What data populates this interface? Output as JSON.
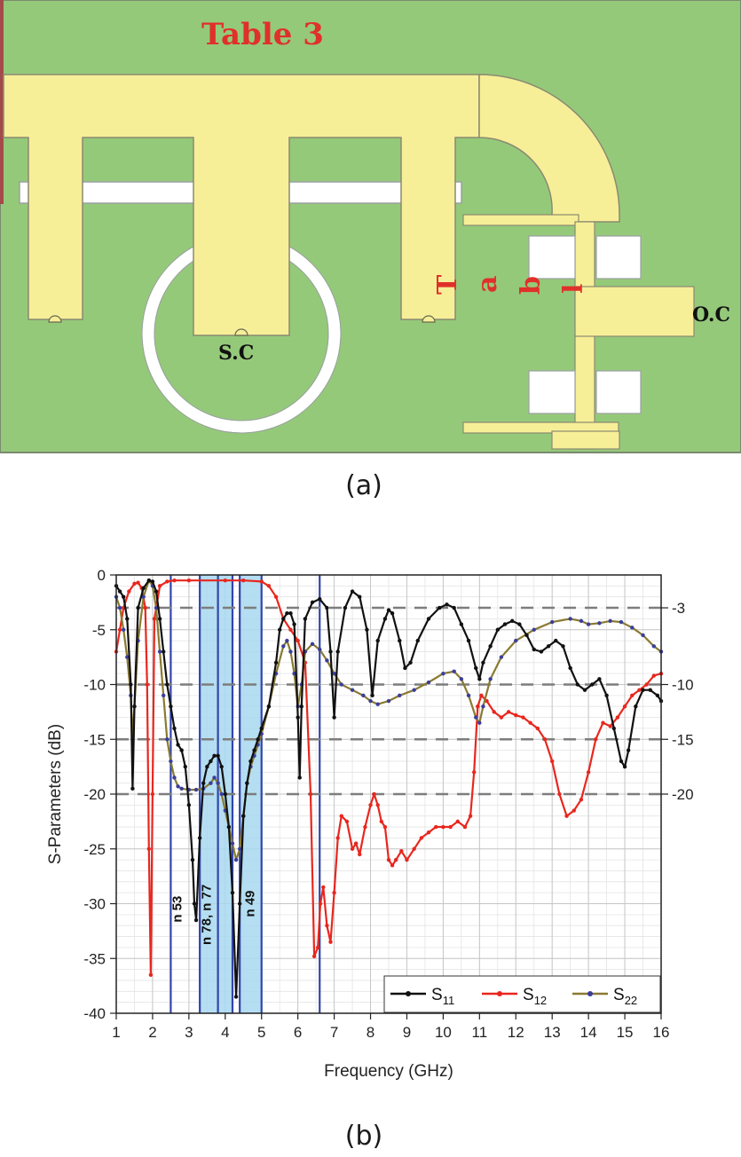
{
  "figure_a": {
    "title": "Table 3",
    "sc_label": "S.C",
    "oc_label": "O.C",
    "vertical_letters": [
      "T",
      "a",
      "b",
      "l"
    ],
    "caption": "(a)",
    "colors": {
      "substrate": "#95c97a",
      "metal": "#f7ee98",
      "slot": "#ffffff",
      "annotation": "#e0302a"
    }
  },
  "figure_b": {
    "caption": "(b)"
  },
  "chart_data": {
    "type": "line",
    "xlabel": "Frequency (GHz)",
    "ylabel": "S-Parameters (dB)",
    "xlim": [
      1,
      16
    ],
    "ylim": [
      -40,
      0
    ],
    "x_ticks": [
      "1",
      "2",
      "3",
      "4",
      "5",
      "6",
      "7",
      "8",
      "9",
      "10",
      "11",
      "12",
      "13",
      "14",
      "15",
      "16"
    ],
    "y_ticks": [
      "0",
      "-5",
      "-10",
      "-15",
      "-20",
      "-25",
      "-30",
      "-35",
      "-40"
    ],
    "grid": true,
    "legend_position": "bottom-right",
    "reference_lines": [
      {
        "y": -3,
        "label": "-3"
      },
      {
        "y": -10,
        "label": "-10"
      },
      {
        "y": -15,
        "label": "-15"
      },
      {
        "y": -20,
        "label": "-20"
      }
    ],
    "bands": [
      {
        "label": "n 53",
        "x": [
          2.5,
          2.5
        ],
        "filled": false
      },
      {
        "label": "n 78, n 77",
        "x": [
          3.3,
          4.2
        ],
        "filled": true
      },
      {
        "label": "n 49",
        "x": [
          4.4,
          5.0
        ],
        "filled": true
      }
    ],
    "band_lines_x": [
      2.5,
      3.3,
      3.8,
      4.2,
      4.4,
      5.0,
      6.6
    ],
    "band_color": "#a8d8f0",
    "band_line_color": "#3344aa",
    "series": [
      {
        "name": "S11",
        "legend_main": "S",
        "legend_sub": "11",
        "color": "#111111",
        "points": [
          [
            1,
            -1
          ],
          [
            1.1,
            -1.5
          ],
          [
            1.2,
            -2
          ],
          [
            1.3,
            -4
          ],
          [
            1.4,
            -10
          ],
          [
            1.45,
            -19.5
          ],
          [
            1.5,
            -12
          ],
          [
            1.6,
            -3
          ],
          [
            1.75,
            -1.2
          ],
          [
            1.9,
            -0.5
          ],
          [
            2.0,
            -0.6
          ],
          [
            2.1,
            -1.5
          ],
          [
            2.2,
            -4
          ],
          [
            2.3,
            -7
          ],
          [
            2.4,
            -10
          ],
          [
            2.5,
            -12
          ],
          [
            2.6,
            -14
          ],
          [
            2.7,
            -15.5
          ],
          [
            2.8,
            -16
          ],
          [
            2.9,
            -17.5
          ],
          [
            3.0,
            -21
          ],
          [
            3.1,
            -26
          ],
          [
            3.15,
            -30
          ],
          [
            3.2,
            -31.5
          ],
          [
            3.3,
            -24
          ],
          [
            3.4,
            -19
          ],
          [
            3.5,
            -17.5
          ],
          [
            3.6,
            -17
          ],
          [
            3.7,
            -16.5
          ],
          [
            3.8,
            -16.5
          ],
          [
            3.9,
            -17.5
          ],
          [
            4.0,
            -20
          ],
          [
            4.1,
            -23
          ],
          [
            4.2,
            -29
          ],
          [
            4.3,
            -38.5
          ],
          [
            4.4,
            -30
          ],
          [
            4.5,
            -22
          ],
          [
            4.6,
            -19
          ],
          [
            4.7,
            -17
          ],
          [
            4.8,
            -16
          ],
          [
            4.9,
            -15
          ],
          [
            5.0,
            -14
          ],
          [
            5.2,
            -12
          ],
          [
            5.4,
            -8
          ],
          [
            5.5,
            -5
          ],
          [
            5.6,
            -4
          ],
          [
            5.7,
            -3.5
          ],
          [
            5.8,
            -3.5
          ],
          [
            5.9,
            -4.5
          ],
          [
            6.0,
            -13
          ],
          [
            6.05,
            -18.5
          ],
          [
            6.1,
            -12
          ],
          [
            6.2,
            -4
          ],
          [
            6.4,
            -2.5
          ],
          [
            6.6,
            -2.2
          ],
          [
            6.8,
            -3
          ],
          [
            6.9,
            -7
          ],
          [
            7.0,
            -13
          ],
          [
            7.1,
            -7
          ],
          [
            7.3,
            -3
          ],
          [
            7.5,
            -1.5
          ],
          [
            7.7,
            -2
          ],
          [
            7.9,
            -5
          ],
          [
            8.05,
            -11
          ],
          [
            8.2,
            -6
          ],
          [
            8.4,
            -4
          ],
          [
            8.5,
            -3.2
          ],
          [
            8.6,
            -3.5
          ],
          [
            8.8,
            -6
          ],
          [
            8.95,
            -8.5
          ],
          [
            9.1,
            -8
          ],
          [
            9.3,
            -6
          ],
          [
            9.6,
            -4
          ],
          [
            9.9,
            -3
          ],
          [
            10.1,
            -2.7
          ],
          [
            10.3,
            -3
          ],
          [
            10.5,
            -4.5
          ],
          [
            10.7,
            -6
          ],
          [
            10.9,
            -8.5
          ],
          [
            11.0,
            -9.5
          ],
          [
            11.1,
            -8
          ],
          [
            11.3,
            -6.5
          ],
          [
            11.5,
            -5
          ],
          [
            11.7,
            -4.5
          ],
          [
            11.9,
            -4.2
          ],
          [
            12.1,
            -4.5
          ],
          [
            12.3,
            -5.5
          ],
          [
            12.5,
            -6.8
          ],
          [
            12.7,
            -7
          ],
          [
            12.9,
            -6.5
          ],
          [
            13.1,
            -6
          ],
          [
            13.3,
            -6.5
          ],
          [
            13.5,
            -8.5
          ],
          [
            13.7,
            -10
          ],
          [
            13.9,
            -10.5
          ],
          [
            14.1,
            -10
          ],
          [
            14.3,
            -9.5
          ],
          [
            14.5,
            -11
          ],
          [
            14.7,
            -14
          ],
          [
            14.9,
            -17
          ],
          [
            15.0,
            -17.5
          ],
          [
            15.1,
            -16
          ],
          [
            15.3,
            -12
          ],
          [
            15.5,
            -10.5
          ],
          [
            15.7,
            -10.5
          ],
          [
            15.9,
            -11
          ],
          [
            16,
            -11.5
          ]
        ]
      },
      {
        "name": "S12",
        "legend_main": "S",
        "legend_sub": "12",
        "color": "#e8271e",
        "points": [
          [
            1,
            -7
          ],
          [
            1.1,
            -5
          ],
          [
            1.2,
            -3
          ],
          [
            1.35,
            -1.5
          ],
          [
            1.5,
            -0.8
          ],
          [
            1.6,
            -0.7
          ],
          [
            1.7,
            -1.2
          ],
          [
            1.8,
            -3
          ],
          [
            1.85,
            -10
          ],
          [
            1.9,
            -25
          ],
          [
            1.95,
            -36.5
          ],
          [
            2.0,
            -20
          ],
          [
            2.05,
            -4
          ],
          [
            2.2,
            -1
          ],
          [
            2.4,
            -0.6
          ],
          [
            2.6,
            -0.5
          ],
          [
            3,
            -0.5
          ],
          [
            4,
            -0.5
          ],
          [
            4.5,
            -0.5
          ],
          [
            5.0,
            -0.6
          ],
          [
            5.2,
            -1
          ],
          [
            5.4,
            -2
          ],
          [
            5.6,
            -4
          ],
          [
            5.8,
            -5
          ],
          [
            6.0,
            -6
          ],
          [
            6.2,
            -8
          ],
          [
            6.35,
            -20
          ],
          [
            6.45,
            -34.8
          ],
          [
            6.55,
            -34
          ],
          [
            6.62,
            -30
          ],
          [
            6.7,
            -28.5
          ],
          [
            6.8,
            -32
          ],
          [
            6.9,
            -33.5
          ],
          [
            7.0,
            -29
          ],
          [
            7.1,
            -24
          ],
          [
            7.2,
            -22
          ],
          [
            7.35,
            -22.5
          ],
          [
            7.5,
            -25
          ],
          [
            7.6,
            -24.5
          ],
          [
            7.7,
            -25.5
          ],
          [
            7.85,
            -23
          ],
          [
            8.0,
            -21
          ],
          [
            8.1,
            -20
          ],
          [
            8.2,
            -21
          ],
          [
            8.3,
            -22.5
          ],
          [
            8.4,
            -23
          ],
          [
            8.5,
            -26
          ],
          [
            8.6,
            -26.5
          ],
          [
            8.7,
            -26
          ],
          [
            8.85,
            -25.2
          ],
          [
            9.0,
            -26
          ],
          [
            9.2,
            -25
          ],
          [
            9.4,
            -24
          ],
          [
            9.6,
            -23.5
          ],
          [
            9.8,
            -23
          ],
          [
            10.0,
            -23
          ],
          [
            10.2,
            -23
          ],
          [
            10.4,
            -22.5
          ],
          [
            10.6,
            -23
          ],
          [
            10.75,
            -22
          ],
          [
            10.85,
            -18
          ],
          [
            10.95,
            -12
          ],
          [
            11.05,
            -11
          ],
          [
            11.2,
            -11.5
          ],
          [
            11.4,
            -12.5
          ],
          [
            11.6,
            -13
          ],
          [
            11.8,
            -12.5
          ],
          [
            12.0,
            -12.8
          ],
          [
            12.2,
            -13
          ],
          [
            12.4,
            -13.5
          ],
          [
            12.6,
            -14
          ],
          [
            12.8,
            -15
          ],
          [
            13.0,
            -17
          ],
          [
            13.2,
            -20
          ],
          [
            13.4,
            -22
          ],
          [
            13.6,
            -21.5
          ],
          [
            13.8,
            -20.5
          ],
          [
            14.0,
            -18
          ],
          [
            14.2,
            -15
          ],
          [
            14.4,
            -13.5
          ],
          [
            14.6,
            -13.8
          ],
          [
            14.8,
            -13
          ],
          [
            15.0,
            -12
          ],
          [
            15.2,
            -11
          ],
          [
            15.4,
            -10.5
          ],
          [
            15.6,
            -10
          ],
          [
            15.8,
            -9.2
          ],
          [
            16,
            -9
          ]
        ]
      },
      {
        "name": "S22",
        "legend_main": "S",
        "legend_sub": "22",
        "color": "#8a7a30",
        "marker_color": "#3a3f9a",
        "points": [
          [
            1,
            -2
          ],
          [
            1.1,
            -3
          ],
          [
            1.2,
            -5
          ],
          [
            1.3,
            -7.5
          ],
          [
            1.4,
            -11
          ],
          [
            1.45,
            -15
          ],
          [
            1.5,
            -12
          ],
          [
            1.6,
            -6
          ],
          [
            1.75,
            -2
          ],
          [
            1.9,
            -0.5
          ],
          [
            2.0,
            -1
          ],
          [
            2.1,
            -3
          ],
          [
            2.2,
            -7
          ],
          [
            2.3,
            -11
          ],
          [
            2.4,
            -15
          ],
          [
            2.5,
            -17
          ],
          [
            2.6,
            -18.5
          ],
          [
            2.7,
            -19.3
          ],
          [
            2.8,
            -19.5
          ],
          [
            3.0,
            -19.6
          ],
          [
            3.2,
            -19.6
          ],
          [
            3.4,
            -19.5
          ],
          [
            3.6,
            -19
          ],
          [
            3.7,
            -18.5
          ],
          [
            3.8,
            -19
          ],
          [
            3.9,
            -20
          ],
          [
            4.0,
            -21.5
          ],
          [
            4.1,
            -23
          ],
          [
            4.2,
            -24.5
          ],
          [
            4.3,
            -26
          ],
          [
            4.4,
            -25
          ],
          [
            4.5,
            -22
          ],
          [
            4.6,
            -19
          ],
          [
            4.7,
            -17.5
          ],
          [
            4.8,
            -16.5
          ],
          [
            4.9,
            -15.5
          ],
          [
            5.0,
            -14.5
          ],
          [
            5.2,
            -12
          ],
          [
            5.4,
            -9
          ],
          [
            5.6,
            -6.5
          ],
          [
            5.7,
            -6
          ],
          [
            5.8,
            -7
          ],
          [
            5.9,
            -9
          ],
          [
            6.0,
            -12
          ],
          [
            6.1,
            -10
          ],
          [
            6.2,
            -7
          ],
          [
            6.4,
            -6.3
          ],
          [
            6.6,
            -6.8
          ],
          [
            6.8,
            -7.8
          ],
          [
            7.0,
            -9
          ],
          [
            7.2,
            -10
          ],
          [
            7.5,
            -10.5
          ],
          [
            7.8,
            -11
          ],
          [
            8.0,
            -11.5
          ],
          [
            8.2,
            -11.8
          ],
          [
            8.5,
            -11.5
          ],
          [
            8.8,
            -11
          ],
          [
            9.2,
            -10.5
          ],
          [
            9.6,
            -9.8
          ],
          [
            10.0,
            -9
          ],
          [
            10.3,
            -8.8
          ],
          [
            10.5,
            -9.5
          ],
          [
            10.7,
            -11
          ],
          [
            10.9,
            -13
          ],
          [
            11.0,
            -13.5
          ],
          [
            11.1,
            -12
          ],
          [
            11.3,
            -9.5
          ],
          [
            11.6,
            -7.5
          ],
          [
            12.0,
            -6
          ],
          [
            12.5,
            -5
          ],
          [
            13.0,
            -4.3
          ],
          [
            13.5,
            -4
          ],
          [
            13.8,
            -4.2
          ],
          [
            14.0,
            -4.5
          ],
          [
            14.3,
            -4.4
          ],
          [
            14.6,
            -4.2
          ],
          [
            14.9,
            -4.3
          ],
          [
            15.2,
            -4.8
          ],
          [
            15.5,
            -5.5
          ],
          [
            15.8,
            -6.5
          ],
          [
            16,
            -7
          ]
        ]
      }
    ]
  }
}
